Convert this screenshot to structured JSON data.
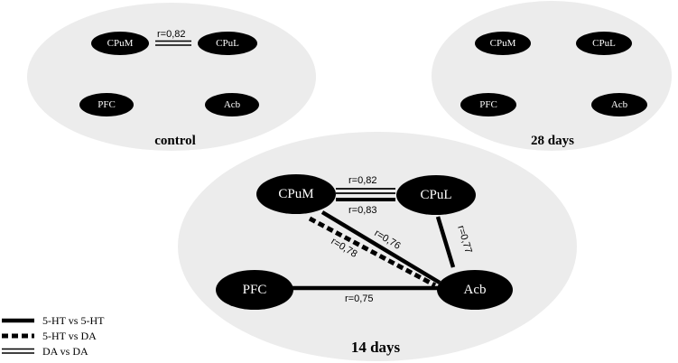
{
  "groups": {
    "control": {
      "title": "control",
      "nodes": {
        "cpum": "CPuM",
        "cpul": "CPuL",
        "pfc": "PFC",
        "acb": "Acb"
      },
      "edges": {
        "cpum_cpul": {
          "label": "r=0,82",
          "type": "DA vs DA"
        }
      }
    },
    "days28": {
      "title": "28 days",
      "nodes": {
        "cpum": "CPuM",
        "cpul": "CPuL",
        "pfc": "PFC",
        "acb": "Acb"
      }
    },
    "days14": {
      "title": "14 days",
      "nodes": {
        "cpum": "CPuM",
        "cpul": "CPuL",
        "pfc": "PFC",
        "acb": "Acb"
      },
      "edges": {
        "cpum_cpul_da": {
          "label": "r=0,82",
          "type": "DA vs DA"
        },
        "cpum_cpul_5ht": {
          "label": "r=0,83",
          "type": "5-HT vs 5-HT"
        },
        "cpum_acb_5ht": {
          "label": "r=0,76",
          "type": "5-HT vs 5-HT"
        },
        "cpum_acb_mixed": {
          "label": "r=0,78",
          "type": "5-HT vs DA"
        },
        "cpul_acb": {
          "label": "r=0,77",
          "type": "5-HT vs 5-HT"
        },
        "pfc_acb": {
          "label": "r=0,75",
          "type": "5-HT vs 5-HT"
        }
      }
    }
  },
  "legend": {
    "solid": "5-HT vs 5-HT",
    "dashed": "5-HT vs DA",
    "double": "DA vs DA"
  },
  "colors": {
    "node": "#000000",
    "group_bg": "#ececec",
    "line": "#000000"
  }
}
